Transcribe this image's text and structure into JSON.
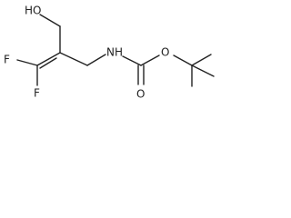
{
  "molecule": {
    "atoms": {
      "hydroxyl": "HO",
      "fluorine_top": "F",
      "fluorine_bottom": "F",
      "amine": "NH",
      "carbamate_oxygen": "O",
      "carbonyl_oxygen": "O"
    }
  },
  "colors": {
    "ink": "#222222",
    "background": "#ffffff"
  }
}
